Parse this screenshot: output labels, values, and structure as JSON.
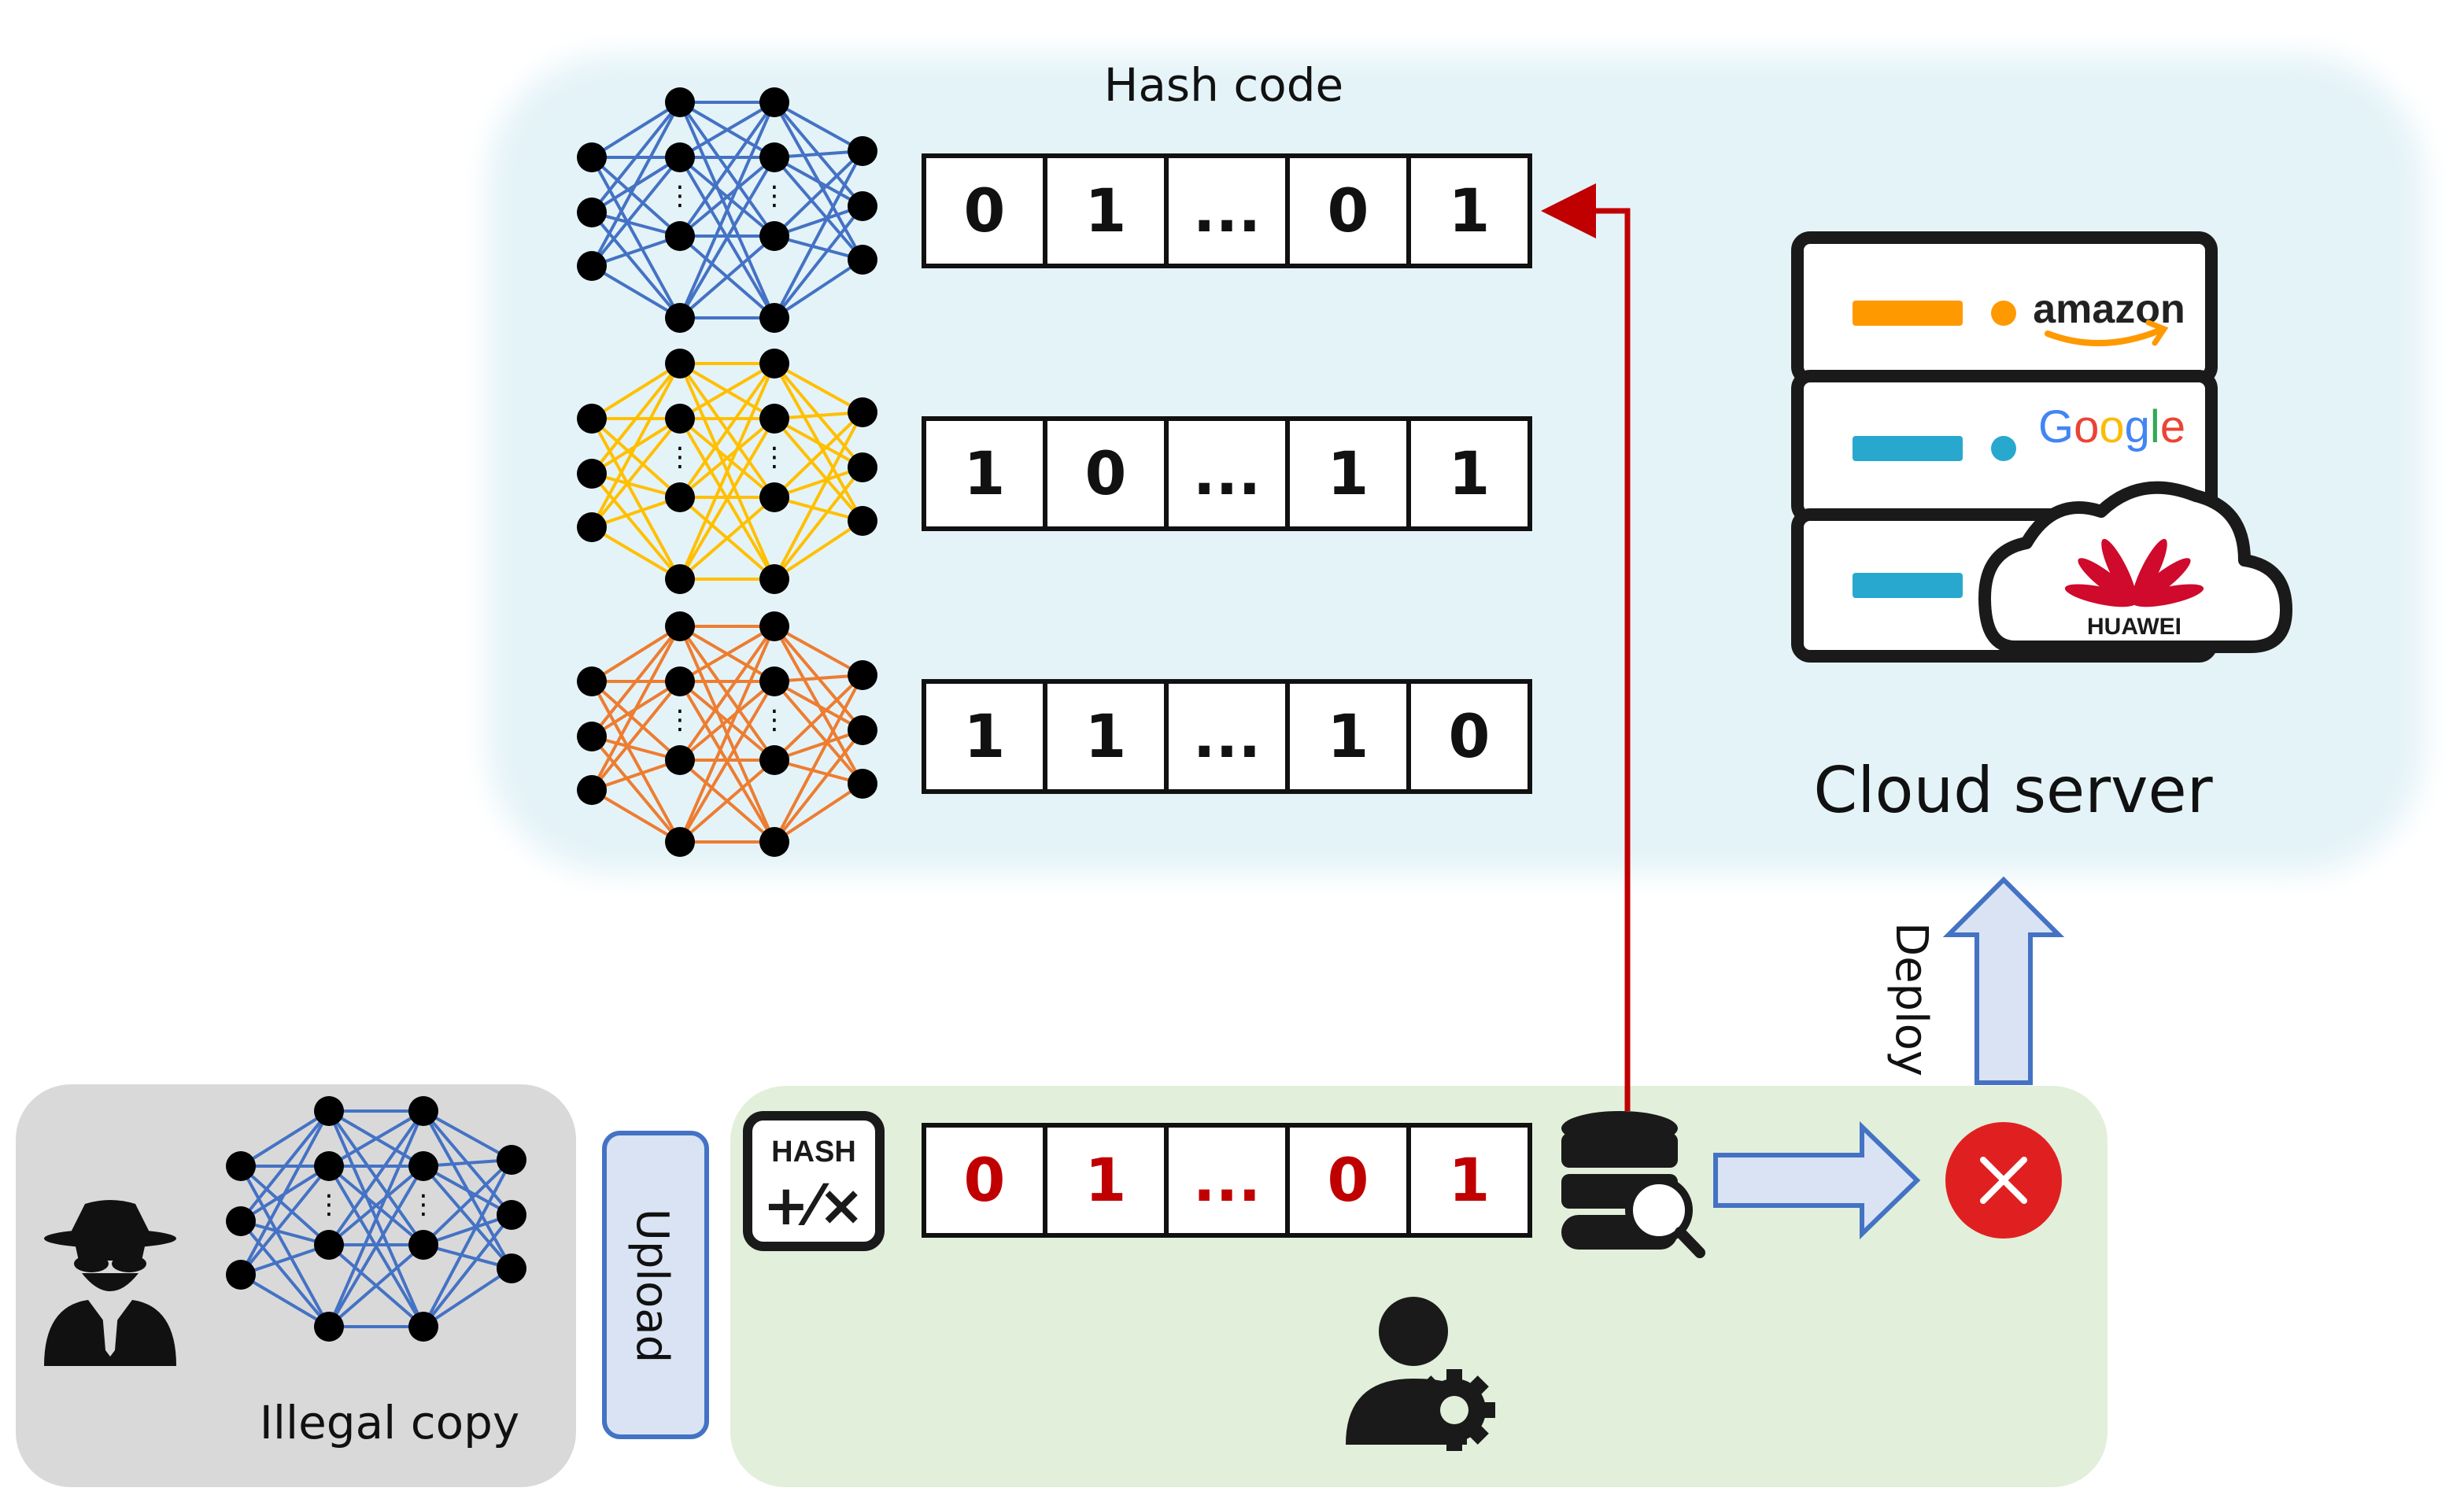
{
  "labels": {
    "hash_code": "Hash code",
    "cloud_server": "Cloud server",
    "deploy": "Deploy",
    "upload": "Upload",
    "illegal_copy": "Illegal copy",
    "hash_icon": "HASH",
    "hash_ops": "+⁄×"
  },
  "brands": {
    "amazon": "amazon",
    "google": [
      "G",
      "o",
      "o",
      "g",
      "l",
      "e"
    ],
    "huawei": "HUAWEI"
  },
  "hash_codes": [
    [
      "0",
      "1",
      "...",
      "0",
      "1"
    ],
    [
      "1",
      "0",
      "...",
      "1",
      "1"
    ],
    [
      "1",
      "1",
      "...",
      "1",
      "0"
    ]
  ],
  "query_code": [
    "0",
    "1",
    "...",
    "0",
    "1"
  ],
  "net_ellipsis": "⋮",
  "colors": {
    "net_blue": "#4472C4",
    "net_yellow": "#FFC000",
    "net_orange": "#ED7D31",
    "region_cloud": "#E4F3F8",
    "region_owner": "#E2EFDA",
    "region_thief": "#D9D9D9",
    "arrow_red": "#C00000",
    "query_digits": "#C00000",
    "block_arrow_fill": "#DAE3F3",
    "block_arrow_stroke": "#4472C4",
    "reject": "#E02020",
    "amazon_orange": "#FF9900",
    "server_bar_blue": "#29A8CF",
    "huawei_red": "#CF0A2C",
    "google_blue": "#4285F4",
    "google_red": "#EA4335",
    "google_yellow": "#FBBC05",
    "google_green": "#34A853"
  }
}
